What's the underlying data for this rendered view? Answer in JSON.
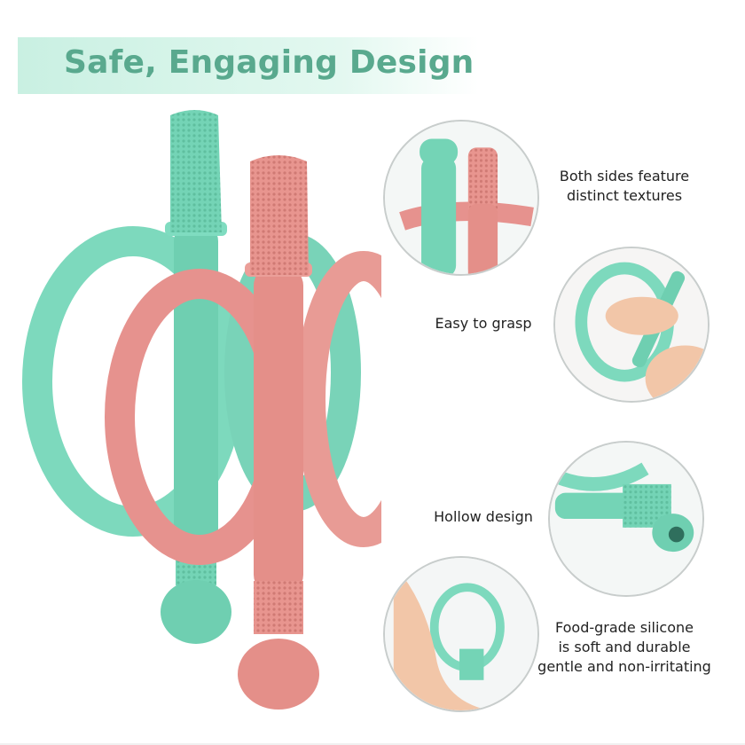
{
  "header": {
    "title": "Safe, Engaging Design"
  },
  "features": [
    {
      "name": "textures",
      "lines": [
        "Both sides feature",
        "distinct textures"
      ]
    },
    {
      "name": "grasp",
      "lines": [
        "Easy to grasp"
      ]
    },
    {
      "name": "hollow",
      "lines": [
        "Hollow design"
      ]
    },
    {
      "name": "silicone",
      "lines": [
        "Food-grade silicone",
        "is soft and durable",
        "gentle and non-irritating"
      ]
    }
  ],
  "colors": {
    "mint": "#7dd9bd",
    "pink": "#e6928e",
    "title": "#59a98e"
  }
}
